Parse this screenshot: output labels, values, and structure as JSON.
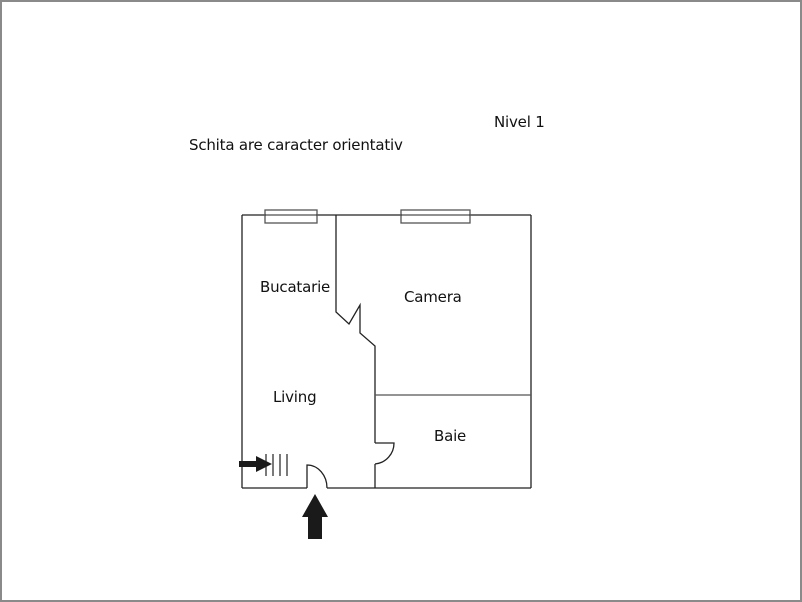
{
  "header": {
    "level_label": "Nivel 1",
    "disclaimer": "Schita are caracter orientativ"
  },
  "rooms": [
    {
      "id": "bucatarie",
      "label": "Bucatarie"
    },
    {
      "id": "camera",
      "label": "Camera"
    },
    {
      "id": "living",
      "label": "Living"
    },
    {
      "id": "baie",
      "label": "Baie"
    }
  ],
  "colors": {
    "wall": "#222222",
    "window": "#555555",
    "arrow": "#1a1a1a",
    "border": "#8a8a8a"
  }
}
